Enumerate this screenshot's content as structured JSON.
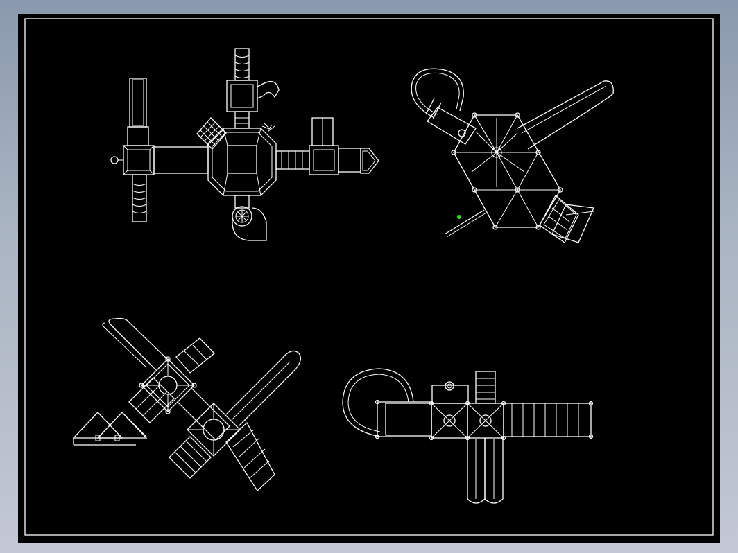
{
  "page": {
    "background_color": "#8a99ad",
    "sheet_color": "#000000",
    "line_color": "#ffffff",
    "cursor_marker_color": "#22dd22"
  },
  "drawing": {
    "views": [
      {
        "id": "plan-view-top-left"
      },
      {
        "id": "plan-view-top-right"
      },
      {
        "id": "plan-view-bottom-left"
      },
      {
        "id": "plan-view-bottom-right"
      }
    ]
  }
}
